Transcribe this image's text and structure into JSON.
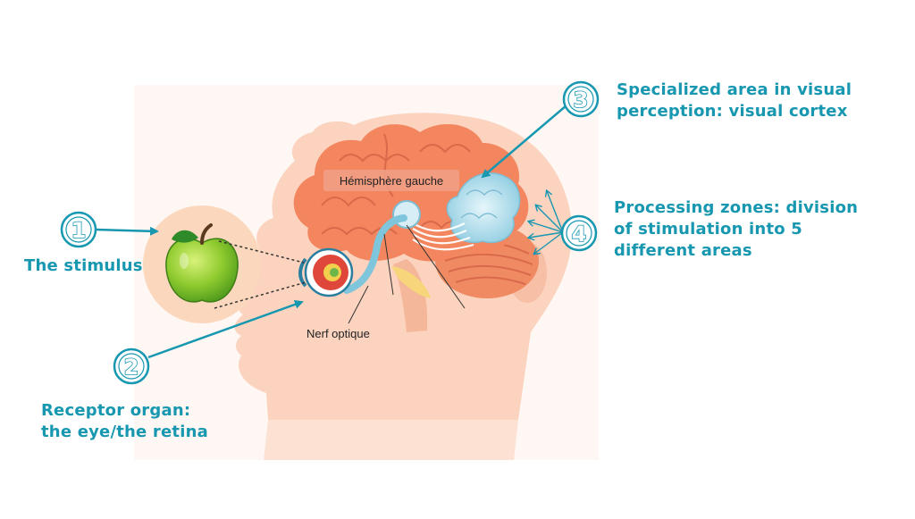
{
  "labels": {
    "hemisphere": "Hémisphère gauche",
    "optic_nerve": "Nerf optique"
  },
  "steps": [
    {
      "number": "1",
      "caption": [
        "The stimulus"
      ]
    },
    {
      "number": "2",
      "caption": [
        "Receptor organ:",
        "the eye/the retina"
      ]
    },
    {
      "number": "3",
      "caption": [
        "Specialized area in visual",
        "perception: visual cortex"
      ]
    },
    {
      "number": "4",
      "caption": [
        "Processing zones: division",
        "of stimulation into 5",
        "different areas"
      ]
    }
  ],
  "colors": {
    "accent": "#1797b0",
    "skin": "#fbd3bf",
    "brain": "#f3865f",
    "cortex": "#a9dcea",
    "apple": "#8fcb2f"
  }
}
